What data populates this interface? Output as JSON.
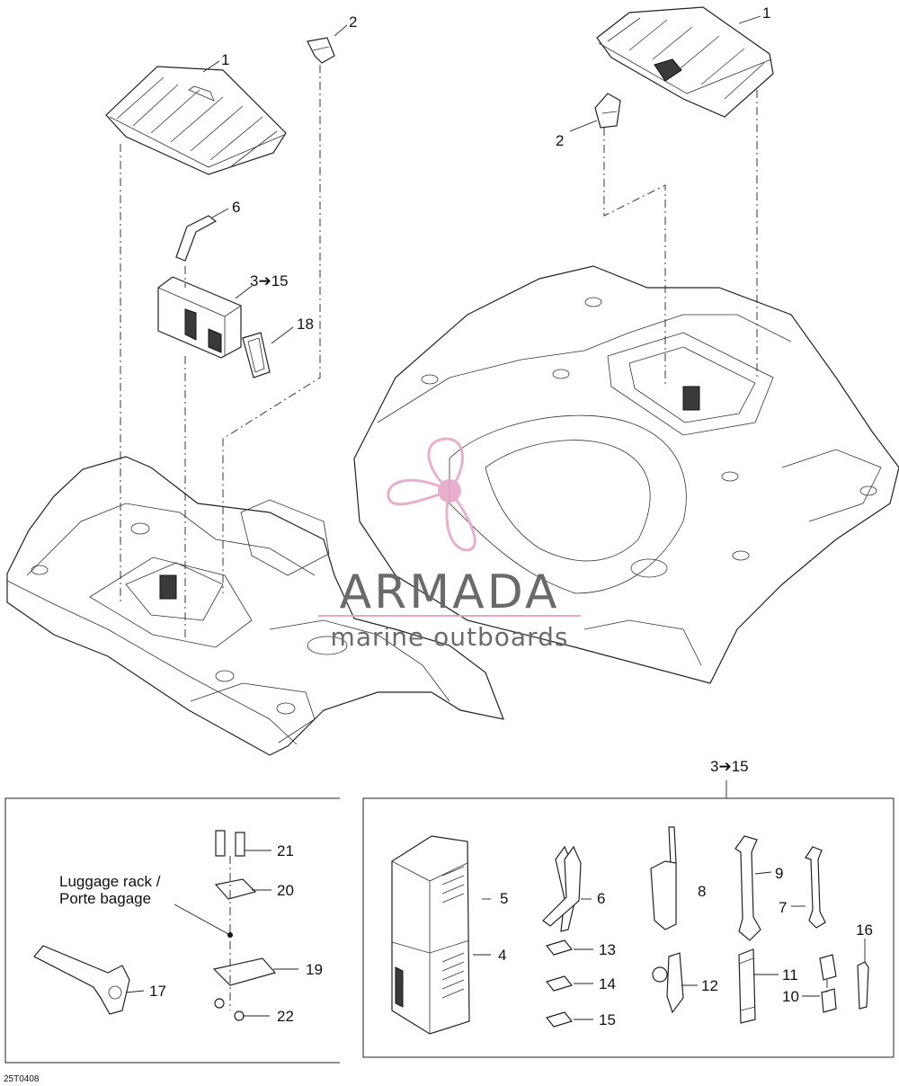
{
  "diagram_code": "25T0408",
  "callouts": {
    "left_storage_lid": "1",
    "left_lid_hinge": "2",
    "left_kit_range": "3➔15",
    "left_strap": "6",
    "left_gasket": "18",
    "right_storage_lid": "1",
    "right_lid_hinge": "2",
    "inset_range": "3➔15",
    "inset_case_lid": "5",
    "inset_case": "4",
    "inset_pliers": "6",
    "inset_screwdriver": "8",
    "inset_wrench_large": "9",
    "inset_wrench_small": "7",
    "inset_hex_key": "16",
    "inset_fuse_a": "13",
    "inset_fuse_b": "14",
    "inset_fuse_c": "15",
    "inset_spark_plug_gap": "12",
    "inset_socket_tool": "11",
    "inset_socket": "10",
    "rack_bolt": "21",
    "rack_washer_plate": "20",
    "rack_bracket": "19",
    "rack_nut": "22",
    "rack_wrench": "17"
  },
  "luggage_rack_label": [
    "Luggage rack /",
    "Porte bagage"
  ],
  "watermark": {
    "brand": "ARMADA",
    "tagline": "marine outboards",
    "accent_color": "#e6a6c8",
    "text_color": "#6a6a6a"
  }
}
